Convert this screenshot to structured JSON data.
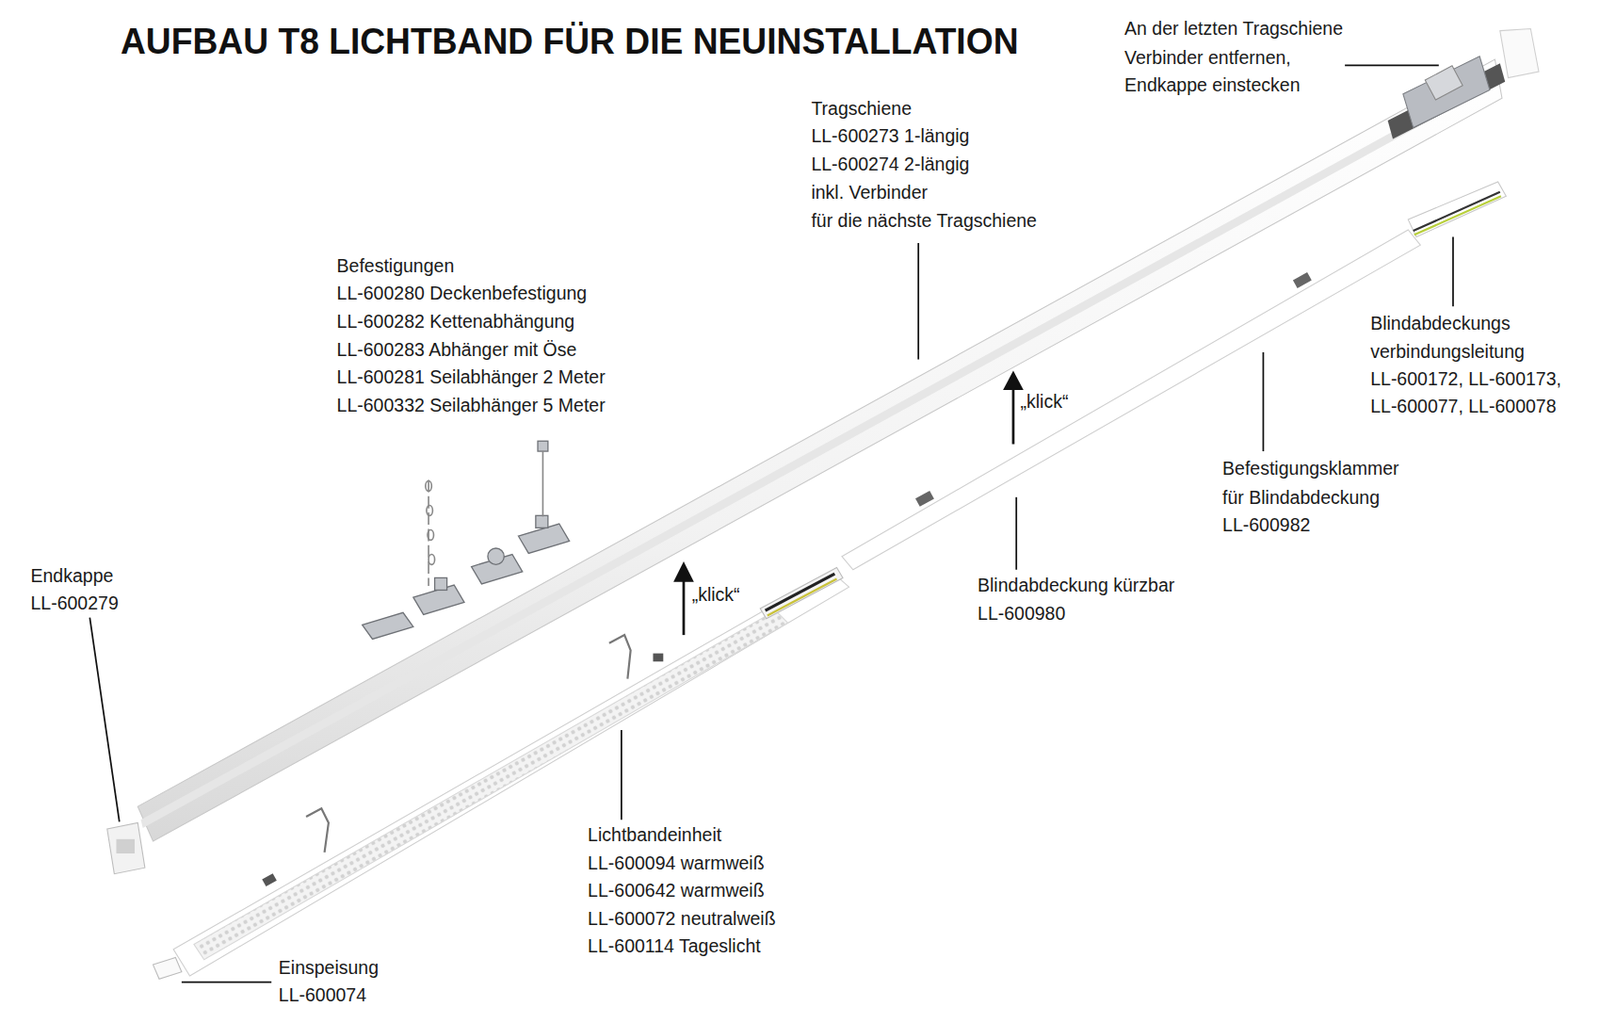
{
  "diagram": {
    "title": "AUFBAU T8 LICHTBAND FÜR DIE NEUINSTALLATION",
    "labels": [
      "An der letzten Tragschiene",
      "Verbinder entfernen,",
      "Endkappe einstecken",
      "Tragschiene",
      "LL-600273 1-längig",
      "LL-600274 2-längig",
      "inkl. Verbinder",
      "für die nächste Tragschiene",
      "Befestigungen",
      "LL-600280 Deckenbefestigung",
      "LL-600282 Kettenabhängung",
      "LL-600283 Abhänger mit Öse",
      "LL-600281 Seilabhänger 2 Meter",
      "LL-600332 Seilabhänger 5 Meter",
      "Blindabdeckungs",
      "verbindungsleitung",
      "LL-600172, LL-600173,",
      "LL-600077, LL-600078",
      "„klick“",
      "Befestigungsklammer",
      "für Blindabdeckung",
      "LL-600982",
      "Endkappe",
      "LL-600279",
      "Blindabdeckung kürzbar",
      "LL-600980",
      "„klick“",
      "Lichtbandeinheit",
      "LL-600094 warmweiß",
      "LL-600642 warmweiß",
      "LL-600072 neutralweiß",
      "LL-600114 Tageslicht",
      "Einspeisung",
      "LL-600074"
    ]
  }
}
